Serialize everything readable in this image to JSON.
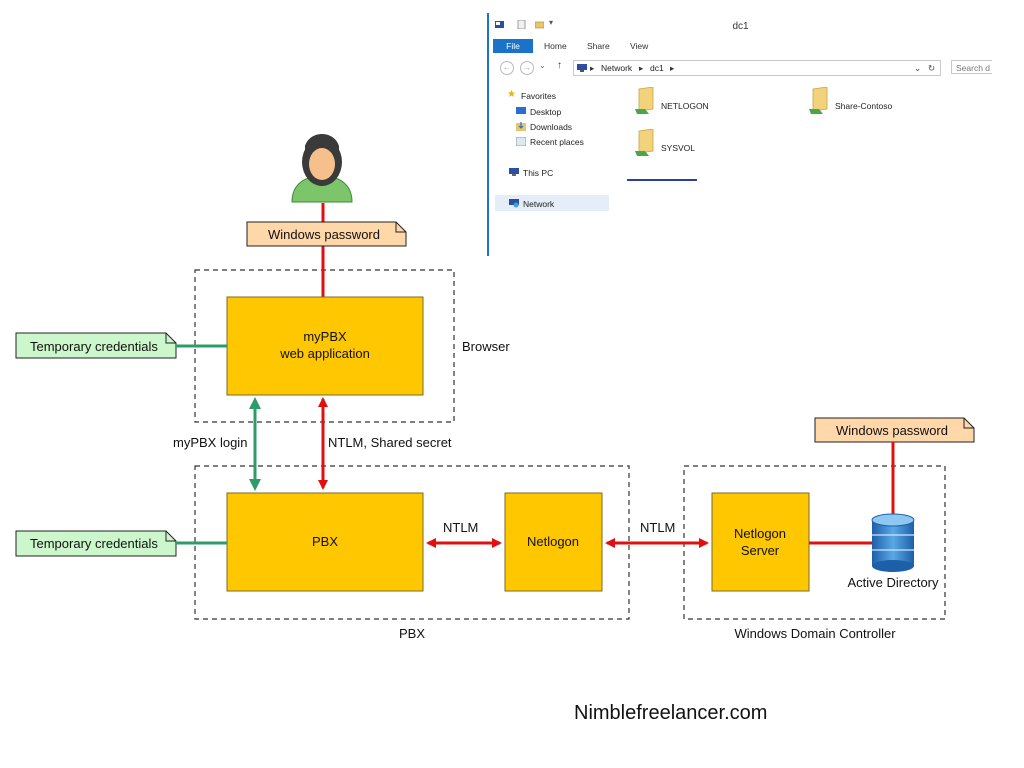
{
  "explorer": {
    "window_title": "dc1",
    "ribbon_tabs": [
      "File",
      "Home",
      "Share",
      "View"
    ],
    "address": {
      "path": [
        "Network",
        "dc1"
      ],
      "search_placeholder": "Search d"
    },
    "nav_pane": {
      "favorites_label": "Favorites",
      "favorites": [
        "Desktop",
        "Downloads",
        "Recent places"
      ],
      "this_pc": "This PC",
      "network": "Network"
    },
    "files": [
      "NETLOGON",
      "Share-Contoso",
      "SYSVOL"
    ]
  },
  "diagram": {
    "note_windows_password_top": "Windows password",
    "note_windows_password_right": "Windows password",
    "note_temp_credentials_top": "Temporary credentials",
    "note_temp_credentials_bottom": "Temporary credentials",
    "box_mypbx_line1": "myPBX",
    "box_mypbx_line2": "web application",
    "group_browser": "Browser",
    "label_mypbx_login": "myPBX login",
    "label_ntlm_shared_secret": "NTLM, Shared secret",
    "box_pbx": "PBX",
    "box_netlogon": "Netlogon",
    "label_ntlm_1": "NTLM",
    "label_ntlm_2": "NTLM",
    "box_netlogon_server_line1": "Netlogon",
    "box_netlogon_server_line2": "Server",
    "label_active_directory": "Active Directory",
    "group_pbx": "PBX",
    "group_domain_controller": "Windows Domain Controller",
    "colors": {
      "box_fill": "#FFC700",
      "red_arrow": "#E01010",
      "green_arrow": "#2E9B6B",
      "note_orange": "#FFD7A8",
      "note_green": "#CCF7CC",
      "database_blue": "#2E7FC9"
    }
  },
  "credit": "Nimblefreelancer.com"
}
